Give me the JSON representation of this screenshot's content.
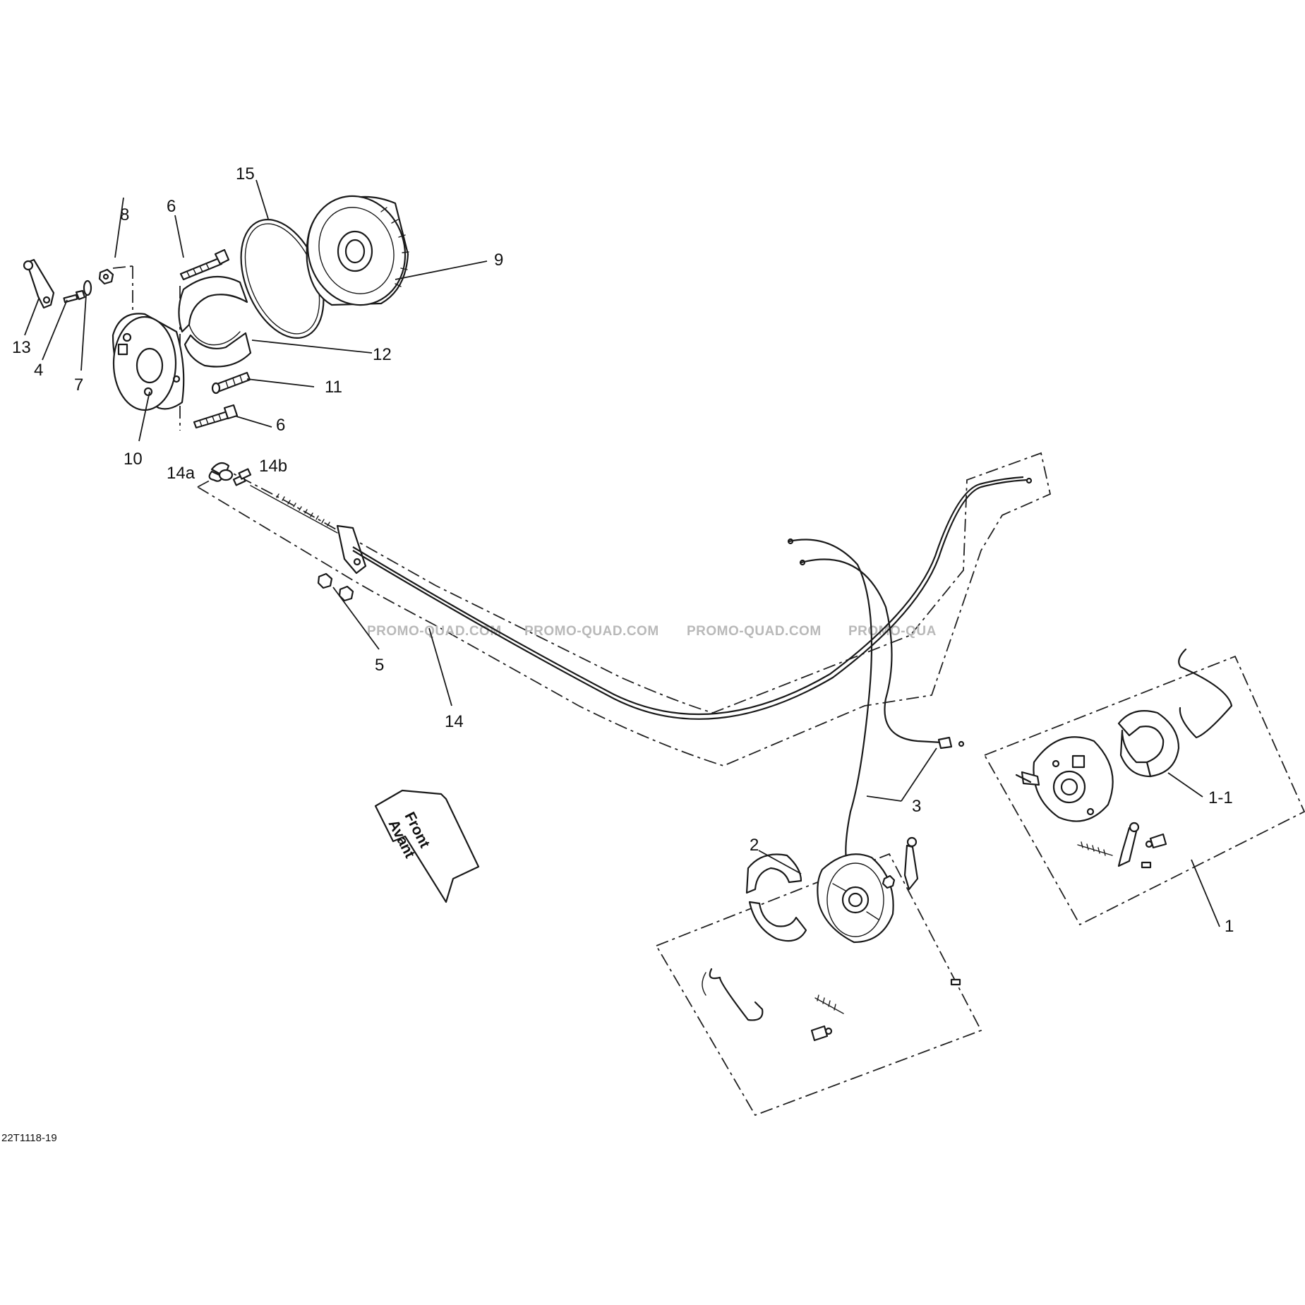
{
  "diagram": {
    "drawing_code": "22T1118-19",
    "watermarks": [
      "PROMO-QUAD.COM",
      "PROMO-QUAD.COM",
      "PROMO-QUAD.COM",
      "PROMO-QUA"
    ],
    "direction_arrow": {
      "line1": "Front",
      "line2": "Avant"
    },
    "callouts": [
      "1",
      "1-1",
      "2",
      "3",
      "4",
      "5",
      "6",
      "6",
      "7",
      "8",
      "9",
      "10",
      "11",
      "12",
      "13",
      "14",
      "14a",
      "14b",
      "15"
    ]
  }
}
